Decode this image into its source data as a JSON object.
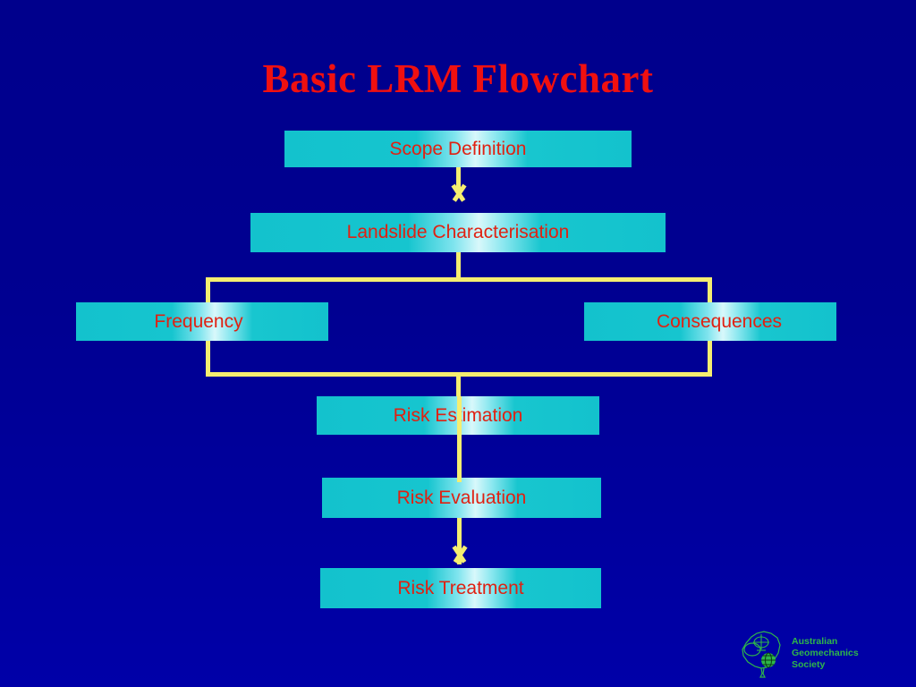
{
  "slide": {
    "title": "Basic LRM Flowchart",
    "background_color": "#000091",
    "title_color": "#f01010",
    "box_fill_color": "#13c2cd",
    "box_highlight_color": "#d8f8fb",
    "box_text_color": "#e02112",
    "connector_color": "#f5ee70",
    "logo_color": "#2eb64a"
  },
  "flowchart": {
    "nodes": [
      {
        "id": "scope",
        "label": "Scope Definition"
      },
      {
        "id": "landslide",
        "label": "Landslide Characterisation"
      },
      {
        "id": "frequency",
        "label": "Frequency"
      },
      {
        "id": "consequences",
        "label": "Consequences"
      },
      {
        "id": "estimation",
        "label": "Risk Estimation"
      },
      {
        "id": "evaluation",
        "label": "Risk Evaluation"
      },
      {
        "id": "treatment",
        "label": "Risk Treatment"
      }
    ],
    "edges": [
      {
        "from": "scope",
        "to": "landslide",
        "arrow": true
      },
      {
        "from": "landslide",
        "to": "frequency",
        "arrow": false
      },
      {
        "from": "landslide",
        "to": "consequences",
        "arrow": false
      },
      {
        "from": "frequency",
        "to": "estimation",
        "arrow": false
      },
      {
        "from": "consequences",
        "to": "estimation",
        "arrow": false
      },
      {
        "from": "estimation",
        "to": "evaluation",
        "arrow": false
      },
      {
        "from": "evaluation",
        "to": "treatment",
        "arrow": true
      }
    ]
  },
  "logo": {
    "line1": "Australian",
    "line2": "Geomechanics",
    "line3": "Society"
  }
}
